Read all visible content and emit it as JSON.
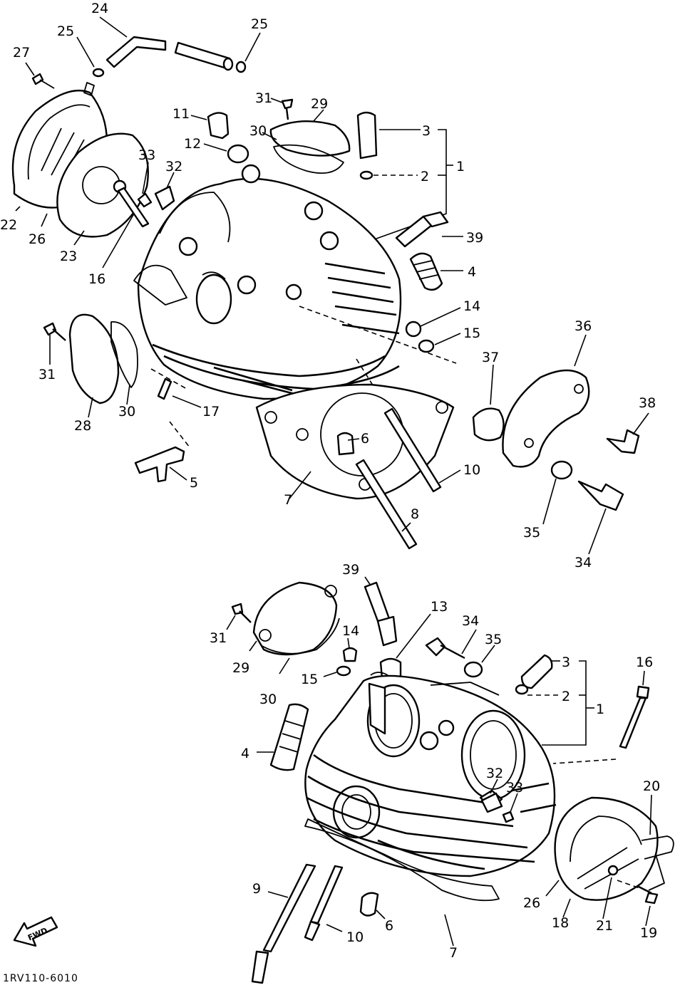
{
  "diagram_code": "1RV110-6010",
  "direction_label": "FWD",
  "upper_labels": {
    "p24": "24",
    "p25a": "25",
    "p25b": "25",
    "p27": "27",
    "p31": "31",
    "p29": "29",
    "p30": "30",
    "p11": "11",
    "p12": "12",
    "p3": "3",
    "p2": "2",
    "p1": "1",
    "p33": "33",
    "p32": "32",
    "p22": "22",
    "p26": "26",
    "p23": "23",
    "p16": "16",
    "p39": "39",
    "p4": "4",
    "p14": "14",
    "p15": "15",
    "p36": "36",
    "p37": "37",
    "p38": "38",
    "p31b": "31",
    "p30b": "30",
    "p28": "28",
    "p17": "17",
    "p5": "5",
    "p6": "6",
    "p7": "7",
    "p10": "10",
    "p8": "8",
    "p35": "35",
    "p34": "34"
  },
  "lower_labels": {
    "p39": "39",
    "p13": "13",
    "p31": "31",
    "p29": "29",
    "p14": "14",
    "p34": "34",
    "p35": "35",
    "p3": "3",
    "p16": "16",
    "p15": "15",
    "p30": "30",
    "p2": "2",
    "p1": "1",
    "p4": "4",
    "p32": "32",
    "p33": "33",
    "p20": "20",
    "p9": "9",
    "p26": "26",
    "p18": "18",
    "p21": "21",
    "p19": "19",
    "p6": "6",
    "p10": "10",
    "p7": "7"
  }
}
